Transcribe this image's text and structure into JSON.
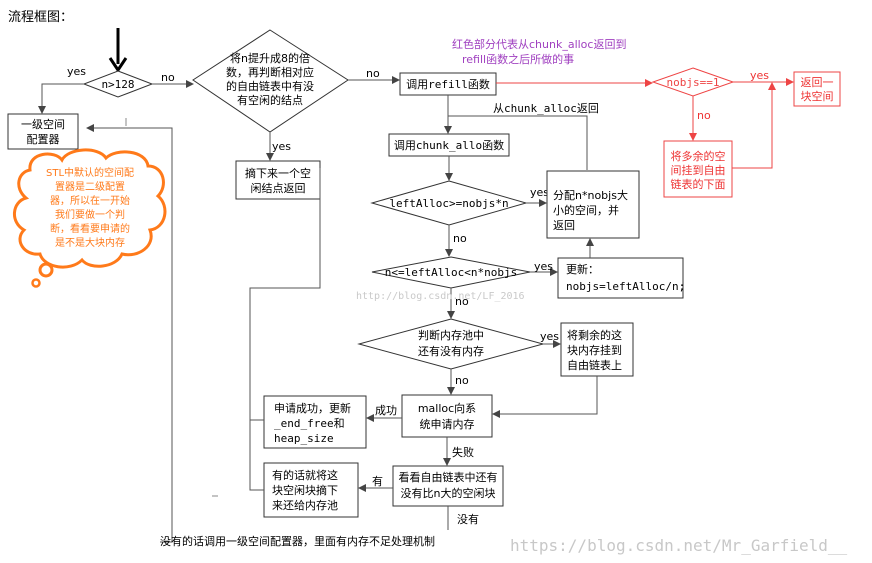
{
  "title": "流程框图：",
  "start": {
    "cond": "n>128",
    "yes": "yes",
    "no": "no"
  },
  "first_alloc": {
    "line1": "一级空间",
    "line2": "配置器"
  },
  "round_up": {
    "lines": [
      "将n提升成8的倍",
      "数，再判断相对应",
      "的自由链表中有没",
      "有空闲的结点"
    ],
    "yes": "yes",
    "no": "no"
  },
  "take_node": {
    "lines": [
      "摘下来一个空",
      "闲结点返回"
    ]
  },
  "refill": {
    "label": "调用refill函数"
  },
  "red_note": {
    "lines": [
      "红色部分代表从chunk_alloc返回到",
      "refill函数之后所做的事"
    ]
  },
  "nobjs_check": {
    "cond": "nobjs==1",
    "yes": "yes",
    "no": "no"
  },
  "return_one": {
    "lines": [
      "返回一",
      "块空间"
    ]
  },
  "hang_rest": {
    "lines": [
      "将多余的空",
      "间挂到自由",
      "链表的下面"
    ]
  },
  "chunk_return": {
    "label": "从chunk_alloc返回"
  },
  "chunk_alloc": {
    "label": "调用chunk_allo函数"
  },
  "left_ge": {
    "cond": "leftAlloc>=nobjs*n",
    "yes": "yes",
    "no": "no"
  },
  "alloc_block": {
    "lines": [
      "分配n*nobjs大",
      "小的空间，并",
      "返回"
    ]
  },
  "left_range": {
    "cond": "n<=leftAlloc<n*nobjs",
    "yes": "yes",
    "no": "no"
  },
  "update": {
    "lines": [
      "更新：",
      "nobjs=leftAlloc/n;"
    ]
  },
  "pool_check": {
    "lines": [
      "判断内存池中",
      "还有没有内存"
    ],
    "yes": "yes",
    "no": "no"
  },
  "hang_pool": {
    "lines": [
      "将剩余的这",
      "块内存挂到",
      "自由链表上"
    ]
  },
  "malloc": {
    "lines": [
      "malloc向系",
      "统申请内存"
    ],
    "success": "成功",
    "fail": "失败"
  },
  "malloc_ok": {
    "lines": [
      "申请成功，更新",
      "_end_free和",
      "heap_size"
    ]
  },
  "check_list": {
    "lines": [
      "看看自由链表中还有",
      "没有比n大的空闲块"
    ],
    "has": "有",
    "none": "没有"
  },
  "give_back": {
    "lines": [
      "有的话就将这",
      "块空闲块摘下",
      "来还给内存池"
    ]
  },
  "bottom_note": "没有的话调用一级空间配置器，里面有内存不足处理机制",
  "cloud_note": {
    "lines": [
      "STL中默认的空间配",
      "置器是二级配置",
      "器，所以在一开始",
      "我们要做一个判",
      "断，看看要申请的",
      "是不是大块内存"
    ]
  },
  "watermark_center": "http://blog.csdn.net/LF_2016",
  "watermark": "https://blog.csdn.net/Mr_Garfield__",
  "colors": {
    "red": "#e44",
    "purple": "#a040c0",
    "orange": "#ff7a1a"
  }
}
